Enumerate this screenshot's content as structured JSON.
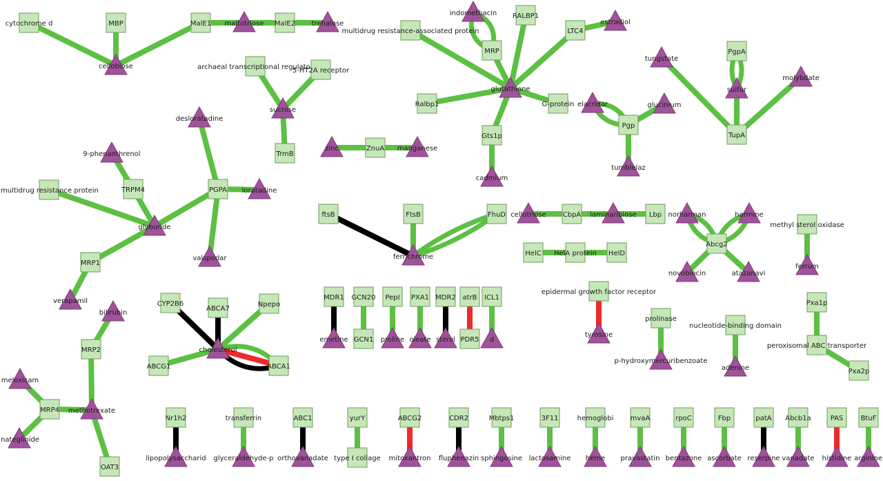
{
  "colors": {
    "green": "#5cc043",
    "black": "#000000",
    "red": "#ee2a2a",
    "protein": "#c6e8b8",
    "compound": "#a0529a"
  },
  "nodes": {
    "cytochrome_d": {
      "label": "cytochrome d",
      "type": "protein"
    },
    "MBP": {
      "label": "MBP",
      "type": "protein"
    },
    "MalE1": {
      "label": "MalE1",
      "type": "protein"
    },
    "maltotriose": {
      "label": "maltotriose",
      "type": "compound"
    },
    "MalE2": {
      "label": "MalE2",
      "type": "protein"
    },
    "trehalose": {
      "label": "trehalose",
      "type": "compound"
    },
    "cellobiose": {
      "label": "cellobiose",
      "type": "compound"
    },
    "archaeal_tr": {
      "label": "archaeal transcriptional regulator",
      "type": "protein"
    },
    "ht2a": {
      "label": "5-HT2A receptor",
      "type": "protein"
    },
    "sucrose": {
      "label": "sucrose",
      "type": "compound"
    },
    "TrmB": {
      "label": "TrmB",
      "type": "protein"
    },
    "indomethacin": {
      "label": "indomethacin",
      "type": "compound"
    },
    "RALBP1": {
      "label": "RALBP1",
      "type": "protein"
    },
    "estradiol": {
      "label": "estradiol",
      "type": "compound"
    },
    "mrap": {
      "label": "multidrug resistance-associated protein",
      "type": "protein"
    },
    "MRP": {
      "label": "MRP",
      "type": "protein"
    },
    "LTC4": {
      "label": "LTC4",
      "type": "protein"
    },
    "glutathione": {
      "label": "glutathione",
      "type": "compound"
    },
    "Ralbp1": {
      "label": "Ralbp1",
      "type": "protein"
    },
    "Gprotein": {
      "label": "G-protein",
      "type": "protein"
    },
    "Gts1p": {
      "label": "Gts1p",
      "type": "protein"
    },
    "cadmium": {
      "label": "cadmium",
      "type": "compound"
    },
    "elacridar": {
      "label": "elacridar",
      "type": "compound"
    },
    "glucinium": {
      "label": "glucinium",
      "type": "compound"
    },
    "Pgp": {
      "label": "Pgp",
      "type": "protein"
    },
    "tumblelaz": {
      "label": "tumblelaz",
      "type": "compound"
    },
    "tungstate": {
      "label": "tungstate",
      "type": "compound"
    },
    "PgpA": {
      "label": "PgpA",
      "type": "protein"
    },
    "sulfur": {
      "label": "sulfur",
      "type": "compound"
    },
    "molybdate": {
      "label": "molybdate",
      "type": "compound"
    },
    "TupA": {
      "label": "TupA",
      "type": "protein"
    },
    "zinc": {
      "label": "zinc",
      "type": "compound"
    },
    "ZnuA": {
      "label": "ZnuA",
      "type": "protein"
    },
    "manganese": {
      "label": "manganese",
      "type": "compound"
    },
    "desloratadine": {
      "label": "desloratadine",
      "type": "compound"
    },
    "phenanthrenol": {
      "label": "9-phenanthrenol",
      "type": "compound"
    },
    "mrp_protein": {
      "label": "multidrug resistance protein",
      "type": "protein"
    },
    "TRPM4": {
      "label": "TRPM4",
      "type": "protein"
    },
    "PGPA": {
      "label": "PGPA",
      "type": "protein"
    },
    "loratadine": {
      "label": "loratadine",
      "type": "compound"
    },
    "glyburide": {
      "label": "glyburide",
      "type": "compound"
    },
    "MRP1": {
      "label": "MRP1",
      "type": "protein"
    },
    "valspodar": {
      "label": "valspodar",
      "type": "compound"
    },
    "verapamil": {
      "label": "verapamil",
      "type": "compound"
    },
    "ftsB_l": {
      "label": "ftsB",
      "type": "protein"
    },
    "FtsB": {
      "label": "FtsB",
      "type": "protein"
    },
    "FhuD": {
      "label": "FhuD",
      "type": "protein"
    },
    "ferrichrome": {
      "label": "ferrichrome",
      "type": "compound"
    },
    "cellotriose": {
      "label": "cellotriose",
      "type": "compound"
    },
    "CbpA": {
      "label": "CbpA",
      "type": "protein"
    },
    "laminaribiose": {
      "label": "laminaribiose",
      "type": "compound"
    },
    "Lbp": {
      "label": "Lbp",
      "type": "protein"
    },
    "HelC": {
      "label": "HelC",
      "type": "protein"
    },
    "HelA": {
      "label": "HelA protein",
      "type": "protein"
    },
    "HelD": {
      "label": "HelD",
      "type": "protein"
    },
    "norharman": {
      "label": "norharman",
      "type": "compound"
    },
    "harmine": {
      "label": "harmine",
      "type": "compound"
    },
    "Abcg2": {
      "label": "Abcg2",
      "type": "protein"
    },
    "novobiocin": {
      "label": "novobiocin",
      "type": "compound"
    },
    "atazanavir": {
      "label": "atazanavi",
      "type": "compound"
    },
    "msox": {
      "label": "methyl sterol oxidase",
      "type": "protein"
    },
    "ferrum": {
      "label": "ferrum",
      "type": "compound"
    },
    "bilirubin": {
      "label": "bilirubin",
      "type": "compound"
    },
    "MRP2": {
      "label": "MRP2",
      "type": "protein"
    },
    "meloxicam": {
      "label": "meloxicam",
      "type": "compound"
    },
    "MRP4": {
      "label": "MRP4",
      "type": "protein"
    },
    "methotrexate": {
      "label": "methotrexate",
      "type": "compound"
    },
    "nateglinide": {
      "label": "nateglinide",
      "type": "compound"
    },
    "OAT3": {
      "label": "OAT3",
      "type": "protein"
    },
    "CYP2B6": {
      "label": "CYP2B6",
      "type": "protein"
    },
    "ABCA7": {
      "label": "ABCA7",
      "type": "protein"
    },
    "Npepo": {
      "label": "Npepo",
      "type": "protein"
    },
    "cholesterol": {
      "label": "cholesterol",
      "type": "compound"
    },
    "ABCG1": {
      "label": "ABCG1",
      "type": "protein"
    },
    "ABCA1": {
      "label": "ABCA1",
      "type": "protein"
    },
    "MDR1": {
      "label": "MDR1",
      "type": "protein"
    },
    "emetine": {
      "label": "emetine",
      "type": "compound"
    },
    "GCN20": {
      "label": "GCN20",
      "type": "protein"
    },
    "GCN1": {
      "label": "GCN1",
      "type": "protein"
    },
    "PepI": {
      "label": "PepI",
      "type": "protein"
    },
    "proline": {
      "label": "proline",
      "type": "compound"
    },
    "PXA1": {
      "label": "PXA1",
      "type": "protein"
    },
    "oleate": {
      "label": "oleate",
      "type": "compound"
    },
    "MDR2": {
      "label": "MDR2",
      "type": "protein"
    },
    "sterol": {
      "label": "sterol",
      "type": "compound"
    },
    "atrB": {
      "label": "atrB",
      "type": "protein"
    },
    "PDR5": {
      "label": "PDR5",
      "type": "protein"
    },
    "ICL1": {
      "label": "ICL1",
      "type": "protein"
    },
    "d": {
      "label": "d",
      "type": "compound"
    },
    "egfr": {
      "label": "epidermal growth factor receptor",
      "type": "protein"
    },
    "tyrosine": {
      "label": "tyrosine",
      "type": "compound"
    },
    "prolinase": {
      "label": "prolinase",
      "type": "protein"
    },
    "phmb": {
      "label": "p-hydroxymercuribenzoate",
      "type": "compound"
    },
    "nbd": {
      "label": "nucleotide-binding domain",
      "type": "protein"
    },
    "adenine": {
      "label": "adenine",
      "type": "compound"
    },
    "Pxa1p": {
      "label": "Pxa1p",
      "type": "protein"
    },
    "pabc": {
      "label": "peroxisomal ABC transporter",
      "type": "protein"
    },
    "Pxa2p": {
      "label": "Pxa2p",
      "type": "protein"
    },
    "Nr1h2": {
      "label": "Nr1h2",
      "type": "protein"
    },
    "lps": {
      "label": "lipopolysaccharid",
      "type": "compound"
    },
    "transferrin": {
      "label": "transferrin",
      "type": "protein"
    },
    "g3p": {
      "label": "glyceraldehyde-p",
      "type": "compound"
    },
    "ABC1": {
      "label": "ABC1",
      "type": "protein"
    },
    "orthovanadate": {
      "label": "orthovanadate",
      "type": "compound"
    },
    "yurY": {
      "label": "yurY",
      "type": "protein"
    },
    "typeIcollagen": {
      "label": "type I collage",
      "type": "protein"
    },
    "ABCG2": {
      "label": "ABCG2",
      "type": "protein"
    },
    "mitoxantrone": {
      "label": "mitoxantron",
      "type": "compound"
    },
    "CDR2": {
      "label": "CDR2",
      "type": "protein"
    },
    "fluphenazine": {
      "label": "fluphenazin",
      "type": "compound"
    },
    "Mbtps1": {
      "label": "Mbtps1",
      "type": "protein"
    },
    "sphingosine": {
      "label": "sphingosine",
      "type": "compound"
    },
    "3F11": {
      "label": "3F11",
      "type": "protein"
    },
    "lactosamine": {
      "label": "lactosamine",
      "type": "compound"
    },
    "hemoglobin": {
      "label": "hemoglobi",
      "type": "protein"
    },
    "heme": {
      "label": "heme",
      "type": "compound"
    },
    "mvaA": {
      "label": "mvaA",
      "type": "protein"
    },
    "pravastatin": {
      "label": "pravastatin",
      "type": "compound"
    },
    "rpoC": {
      "label": "rpoC",
      "type": "protein"
    },
    "bentazone": {
      "label": "bentazone",
      "type": "compound"
    },
    "Fbp": {
      "label": "Fbp",
      "type": "protein"
    },
    "ascorbate": {
      "label": "ascorbate",
      "type": "compound"
    },
    "patA": {
      "label": "patA",
      "type": "protein"
    },
    "reserpine": {
      "label": "reserpine",
      "type": "compound"
    },
    "Abcb1a": {
      "label": "Abcb1a",
      "type": "protein"
    },
    "vanadate": {
      "label": "vanadate",
      "type": "compound"
    },
    "PAS": {
      "label": "PAS",
      "type": "protein"
    },
    "histidine": {
      "label": "histidine",
      "type": "compound"
    },
    "BtuF": {
      "label": "BtuF",
      "type": "protein"
    },
    "arginine": {
      "label": "arginine",
      "type": "compound"
    }
  },
  "edges": [
    {
      "from": "cytochrome_d",
      "to": "cellobiose",
      "color": "green"
    },
    {
      "from": "MBP",
      "to": "cellobiose",
      "color": "green"
    },
    {
      "from": "MalE1",
      "to": "cellobiose",
      "color": "green"
    },
    {
      "from": "MalE1",
      "to": "maltotriose",
      "color": "green"
    },
    {
      "from": "maltotriose",
      "to": "MalE2",
      "color": "green"
    },
    {
      "from": "MalE2",
      "to": "trehalose",
      "color": "green"
    },
    {
      "from": "archaeal_tr",
      "to": "sucrose",
      "color": "green"
    },
    {
      "from": "ht2a",
      "to": "sucrose",
      "color": "green"
    },
    {
      "from": "TrmB",
      "to": "sucrose",
      "color": "green"
    },
    {
      "from": "mrap",
      "to": "glutathione",
      "color": "green"
    },
    {
      "from": "MRP",
      "to": "glutathione",
      "color": "green"
    },
    {
      "from": "RALBP1",
      "to": "glutathione",
      "color": "green"
    },
    {
      "from": "LTC4",
      "to": "glutathione",
      "color": "green"
    },
    {
      "from": "LTC4",
      "to": "estradiol",
      "color": "green"
    },
    {
      "from": "Ralbp1",
      "to": "glutathione",
      "color": "green"
    },
    {
      "from": "Gprotein",
      "to": "glutathione",
      "color": "green"
    },
    {
      "from": "Gts1p",
      "to": "glutathione",
      "color": "green"
    },
    {
      "from": "Gts1p",
      "to": "cadmium",
      "color": "green"
    },
    {
      "from": "indomethacin",
      "to": "MRP",
      "color": "green",
      "curve": -14
    },
    {
      "from": "indomethacin",
      "to": "MRP",
      "color": "green",
      "curve": 14
    },
    {
      "from": "elacridar",
      "to": "Pgp",
      "color": "green",
      "curve": -10
    },
    {
      "from": "elacridar",
      "to": "Pgp",
      "color": "green",
      "curve": 10
    },
    {
      "from": "glucinium",
      "to": "Pgp",
      "color": "green"
    },
    {
      "from": "Pgp",
      "to": "tumblelaz",
      "color": "green"
    },
    {
      "from": "tungstate",
      "to": "TupA",
      "color": "green"
    },
    {
      "from": "molybdate",
      "to": "TupA",
      "color": "green"
    },
    {
      "from": "sulfur",
      "to": "TupA",
      "color": "green"
    },
    {
      "from": "PgpA",
      "to": "sulfur",
      "color": "green",
      "curve": -7
    },
    {
      "from": "PgpA",
      "to": "sulfur",
      "color": "green",
      "curve": 7
    },
    {
      "from": "zinc",
      "to": "ZnuA",
      "color": "green"
    },
    {
      "from": "ZnuA",
      "to": "manganese",
      "color": "green"
    },
    {
      "from": "desloratadine",
      "to": "PGPA",
      "color": "green"
    },
    {
      "from": "PGPA",
      "to": "loratadine",
      "color": "green"
    },
    {
      "from": "PGPA",
      "to": "valspodar",
      "color": "green"
    },
    {
      "from": "PGPA",
      "to": "glyburide",
      "color": "green"
    },
    {
      "from": "phenanthrenol",
      "to": "TRPM4",
      "color": "green"
    },
    {
      "from": "TRPM4",
      "to": "glyburide",
      "color": "green"
    },
    {
      "from": "mrp_protein",
      "to": "glyburide",
      "color": "green"
    },
    {
      "from": "MRP1",
      "to": "glyburide",
      "color": "green"
    },
    {
      "from": "MRP1",
      "to": "verapamil",
      "color": "green"
    },
    {
      "from": "ftsB_l",
      "to": "ferrichrome",
      "color": "black"
    },
    {
      "from": "FtsB",
      "to": "ferrichrome",
      "color": "green"
    },
    {
      "from": "FhuD",
      "to": "ferrichrome",
      "color": "green",
      "curve": -6
    },
    {
      "from": "FhuD",
      "to": "ferrichrome",
      "color": "green",
      "curve": 6
    },
    {
      "from": "cellotriose",
      "to": "CbpA",
      "color": "green"
    },
    {
      "from": "CbpA",
      "to": "laminaribiose",
      "color": "green"
    },
    {
      "from": "laminaribiose",
      "to": "Lbp",
      "color": "green"
    },
    {
      "from": "HelC",
      "to": "HelA",
      "color": "green"
    },
    {
      "from": "HelA",
      "to": "HelD",
      "color": "green"
    },
    {
      "from": "norharman",
      "to": "Abcg2",
      "color": "green",
      "curve": -9
    },
    {
      "from": "norharman",
      "to": "Abcg2",
      "color": "green",
      "curve": 9
    },
    {
      "from": "harmine",
      "to": "Abcg2",
      "color": "green",
      "curve": -9
    },
    {
      "from": "harmine",
      "to": "Abcg2",
      "color": "green",
      "curve": 9
    },
    {
      "from": "Abcg2",
      "to": "novobiocin",
      "color": "green"
    },
    {
      "from": "Abcg2",
      "to": "atazanavir",
      "color": "green"
    },
    {
      "from": "msox",
      "to": "ferrum",
      "color": "green"
    },
    {
      "from": "bilirubin",
      "to": "MRP2",
      "color": "green"
    },
    {
      "from": "MRP2",
      "to": "methotrexate",
      "color": "green"
    },
    {
      "from": "meloxicam",
      "to": "MRP4",
      "color": "green"
    },
    {
      "from": "MRP4",
      "to": "methotrexate",
      "color": "green"
    },
    {
      "from": "MRP4",
      "to": "nateglinide",
      "color": "green"
    },
    {
      "from": "methotrexate",
      "to": "OAT3",
      "color": "green"
    },
    {
      "from": "CYP2B6",
      "to": "cholesterol",
      "color": "black"
    },
    {
      "from": "ABCA7",
      "to": "cholesterol",
      "color": "black"
    },
    {
      "from": "Npepo",
      "to": "cholesterol",
      "color": "green"
    },
    {
      "from": "ABCG1",
      "to": "cholesterol",
      "color": "green"
    },
    {
      "from": "cholesterol",
      "to": "ABCA1",
      "color": "green",
      "curve": -14
    },
    {
      "from": "cholesterol",
      "to": "ABCA1",
      "color": "red",
      "curve": 0
    },
    {
      "from": "cholesterol",
      "to": "ABCA1",
      "color": "black",
      "curve": 14
    },
    {
      "from": "MDR1",
      "to": "emetine",
      "color": "black"
    },
    {
      "from": "GCN20",
      "to": "GCN1",
      "color": "green"
    },
    {
      "from": "PepI",
      "to": "proline",
      "color": "green"
    },
    {
      "from": "PXA1",
      "to": "oleate",
      "color": "green"
    },
    {
      "from": "MDR2",
      "to": "sterol",
      "color": "black"
    },
    {
      "from": "atrB",
      "to": "PDR5",
      "color": "red"
    },
    {
      "from": "ICL1",
      "to": "d",
      "color": "green"
    },
    {
      "from": "egfr",
      "to": "tyrosine",
      "color": "red"
    },
    {
      "from": "prolinase",
      "to": "phmb",
      "color": "green"
    },
    {
      "from": "nbd",
      "to": "adenine",
      "color": "green"
    },
    {
      "from": "Pxa1p",
      "to": "pabc",
      "color": "green"
    },
    {
      "from": "pabc",
      "to": "Pxa2p",
      "color": "green"
    },
    {
      "from": "Nr1h2",
      "to": "lps",
      "color": "black"
    },
    {
      "from": "transferrin",
      "to": "g3p",
      "color": "green"
    },
    {
      "from": "ABC1",
      "to": "orthovanadate",
      "color": "black"
    },
    {
      "from": "yurY",
      "to": "typeIcollagen",
      "color": "green"
    },
    {
      "from": "ABCG2",
      "to": "mitoxantrone",
      "color": "red"
    },
    {
      "from": "CDR2",
      "to": "fluphenazine",
      "color": "black"
    },
    {
      "from": "Mbtps1",
      "to": "sphingosine",
      "color": "green"
    },
    {
      "from": "3F11",
      "to": "lactosamine",
      "color": "green"
    },
    {
      "from": "hemoglobin",
      "to": "heme",
      "color": "green"
    },
    {
      "from": "mvaA",
      "to": "pravastatin",
      "color": "green"
    },
    {
      "from": "rpoC",
      "to": "bentazone",
      "color": "green"
    },
    {
      "from": "Fbp",
      "to": "ascorbate",
      "color": "green"
    },
    {
      "from": "patA",
      "to": "reserpine",
      "color": "black"
    },
    {
      "from": "Abcb1a",
      "to": "vanadate",
      "color": "green"
    },
    {
      "from": "PAS",
      "to": "histidine",
      "color": "red"
    },
    {
      "from": "BtuF",
      "to": "arginine",
      "color": "green"
    }
  ]
}
